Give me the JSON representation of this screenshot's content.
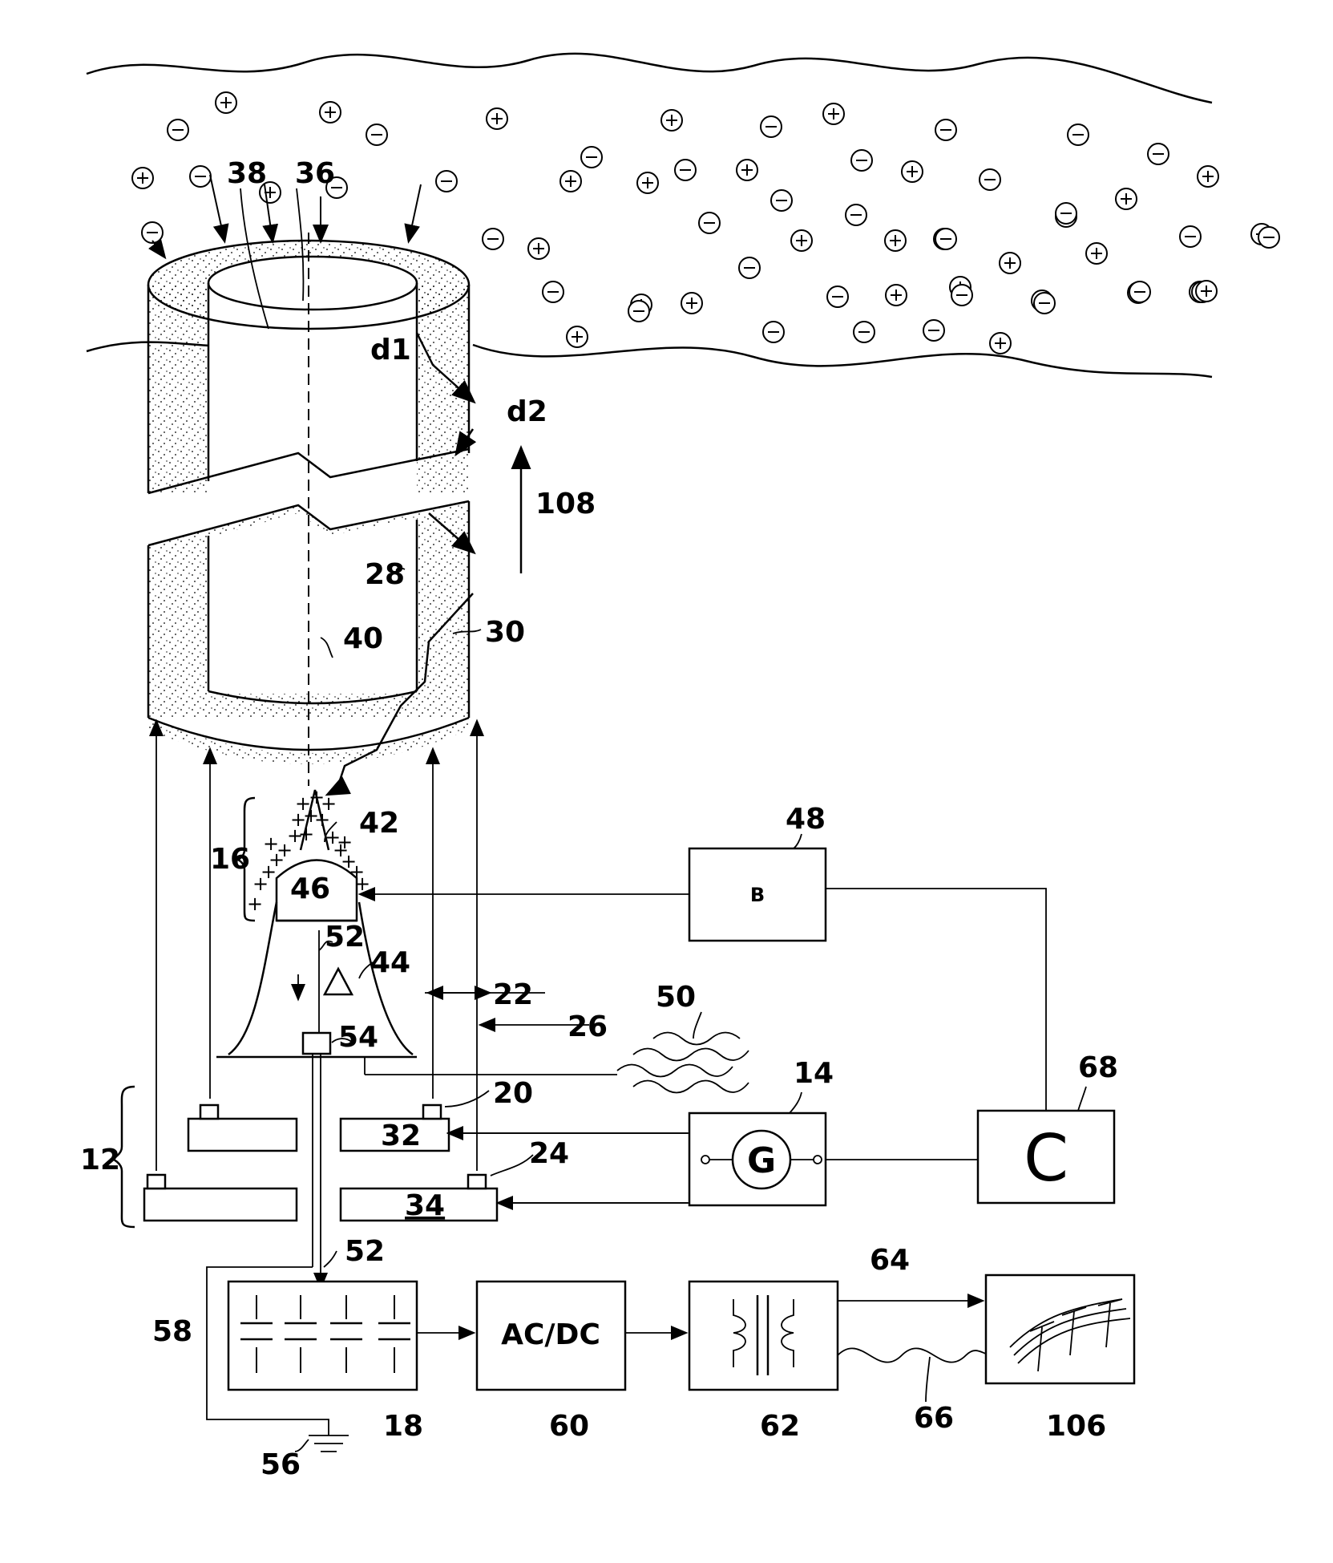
{
  "labels": {
    "l38": "38",
    "l36": "36",
    "l_d1": "d1",
    "l_d2": "d2",
    "l108": "108",
    "l28": "28",
    "l30": "30",
    "l40": "40",
    "l42": "42",
    "l16": "16",
    "l46": "46",
    "l52a": "52",
    "l44": "44",
    "l22": "22",
    "l26": "26",
    "l50": "50",
    "l54": "54",
    "l48": "48",
    "l14": "14",
    "l68": "68",
    "l20": "20",
    "l24": "24",
    "l12": "12",
    "l32": "32",
    "l34": "34",
    "l52b": "52",
    "l58": "58",
    "l18": "18",
    "l60": "60",
    "l62": "62",
    "l64": "64",
    "l66": "66",
    "l106": "106",
    "l56": "56"
  },
  "boxes": {
    "box48_text": "B",
    "box68_text": "C",
    "box14_text": "G",
    "box60_text": "AC/DC",
    "delta_symbol": "Δ"
  }
}
